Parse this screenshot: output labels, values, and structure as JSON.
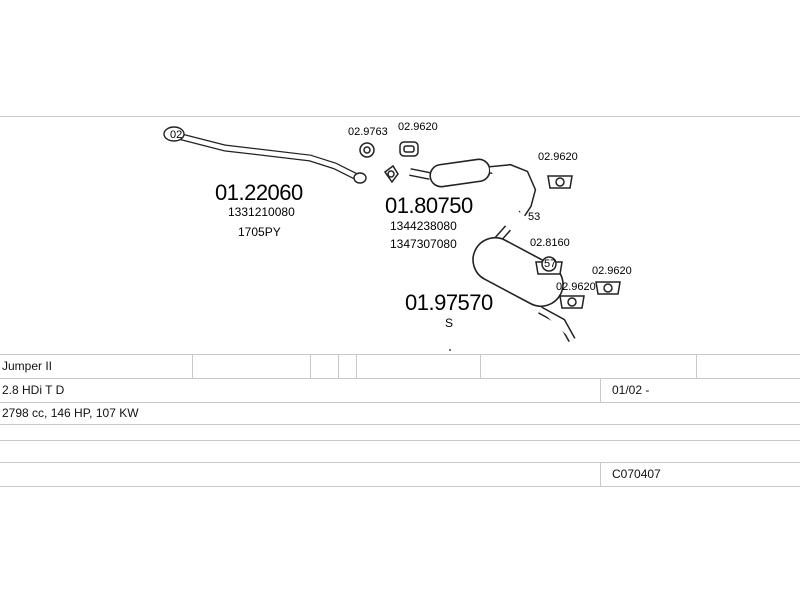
{
  "diagram": {
    "parts": {
      "front_pipe": {
        "number": "01.22060",
        "refs": [
          "1331210080",
          "1705PY"
        ]
      },
      "middle_silencer": {
        "number": "01.80750",
        "refs": [
          "1344238080",
          "1347307080"
        ]
      },
      "rear_silencer": {
        "number": "01.97570",
        "refs": [
          "S"
        ]
      }
    },
    "accessories": {
      "gasket": "02.9763",
      "clamp_middle": "02.9620",
      "hanger_right": "02.9620",
      "clamp_rear": "02.8160",
      "hanger_rear_1": "02.9620",
      "hanger_rear_2": "02.9620"
    },
    "circle_labels": {
      "front_pipe_end": "02",
      "rear_clamp": "57",
      "pipe_connector": "53"
    }
  },
  "table": {
    "model": "Jumper II",
    "engine": "2.8 HDi T D",
    "date_range": "01/02 -",
    "specs": "2798 cc, 146 HP, 107 KW",
    "code": "C070407"
  }
}
